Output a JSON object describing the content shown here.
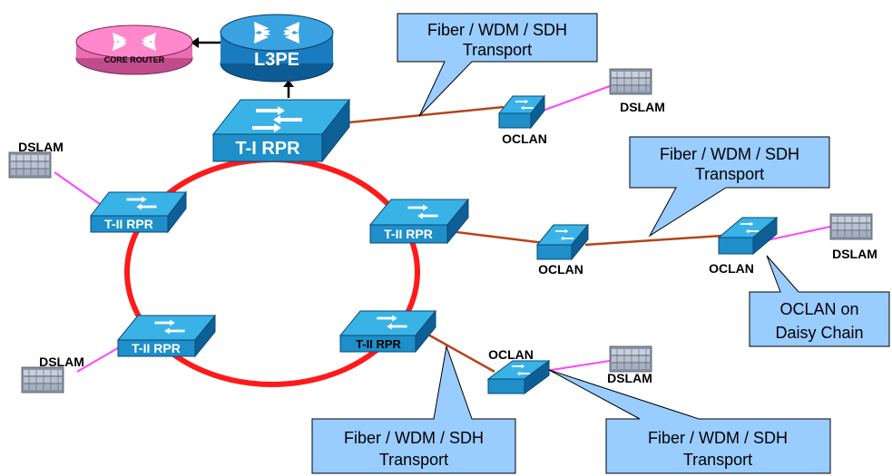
{
  "colors": {
    "ring": "#ff1a1a",
    "link": "#b5441a",
    "access_link": "#ff44ff",
    "switch_face": "#1e8fc8",
    "switch_top": "#39b3e6",
    "callout_fill": "#99ccff",
    "core_router": "#ff88cc",
    "l3pe": "#1a7cc0"
  },
  "nodes": {
    "core_router": "CORE ROUTER",
    "l3pe": "L3PE",
    "t1_rpr": "T-I RPR",
    "t2_rpr_left": "T-II RPR",
    "t2_rpr_right": "T-II RPR",
    "t2_rpr_bottom_left": "T-II RPR",
    "t2_rpr_bottom_right": "T-II RPR",
    "oclan_top": "OCLAN",
    "oclan_mid": "OCLAN",
    "oclan_chain": "OCLAN",
    "oclan_bottom": "OCLAN",
    "dslam_top_right": "DSLAM",
    "dslam_far_right": "DSLAM",
    "dslam_bottom_right": "DSLAM",
    "dslam_left_top": "DSLAM",
    "dslam_left_bottom": "DSLAM"
  },
  "callouts": {
    "top_line1": "Fiber / WDM / SDH",
    "top_line2": "Transport",
    "right_line1": "Fiber / WDM / SDH",
    "right_line2": "Transport",
    "daisy_line1": "OCLAN on",
    "daisy_line2": "Daisy Chain",
    "bottom_left_line1": "Fiber / WDM / SDH",
    "bottom_left_line2": "Transport",
    "bottom_right_line1": "Fiber / WDM / SDH",
    "bottom_right_line2": "Transport"
  }
}
